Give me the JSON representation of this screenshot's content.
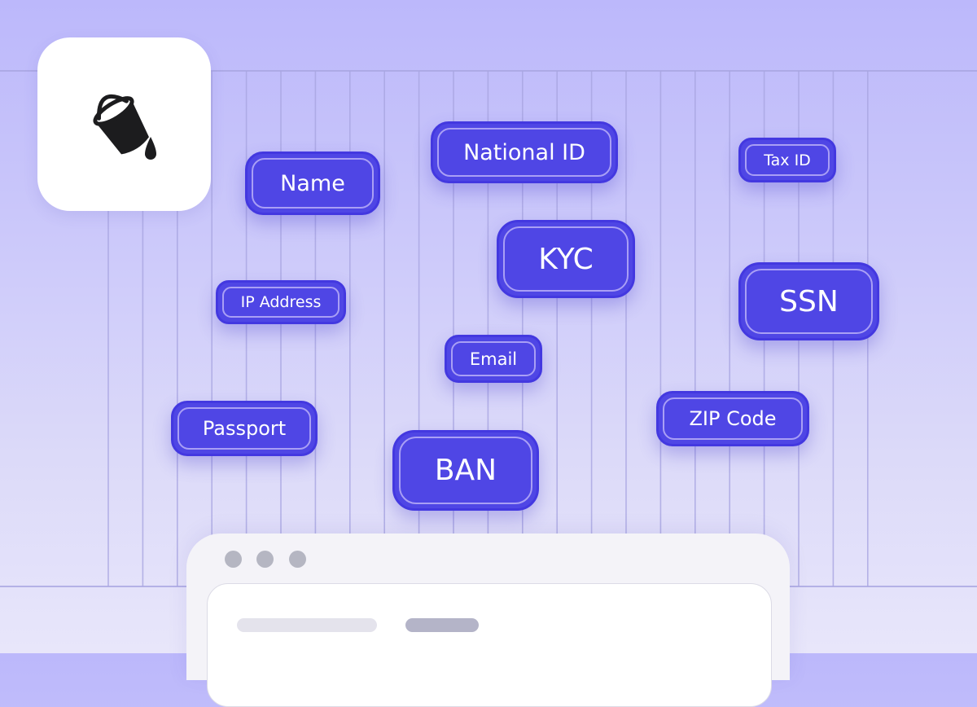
{
  "app_icon": {
    "icon": "paint-bucket-icon"
  },
  "tags": [
    {
      "label": "National ID",
      "name": "tag-national-id"
    },
    {
      "label": "Tax ID",
      "name": "tag-tax-id"
    },
    {
      "label": "Name",
      "name": "tag-name"
    },
    {
      "label": "KYC",
      "name": "tag-kyc"
    },
    {
      "label": "SSN",
      "name": "tag-ssn"
    },
    {
      "label": "IP Address",
      "name": "tag-ip-address"
    },
    {
      "label": "Email",
      "name": "tag-email"
    },
    {
      "label": "Passport",
      "name": "tag-passport"
    },
    {
      "label": "ZIP Code",
      "name": "tag-zip-code"
    },
    {
      "label": "BAN",
      "name": "tag-ban"
    }
  ],
  "colors": {
    "tag_fill": "#4f46e5",
    "tag_inner_border": "#a99ff5",
    "background_top": "#bcb8fb",
    "window_dot": "#b5b6c2"
  }
}
